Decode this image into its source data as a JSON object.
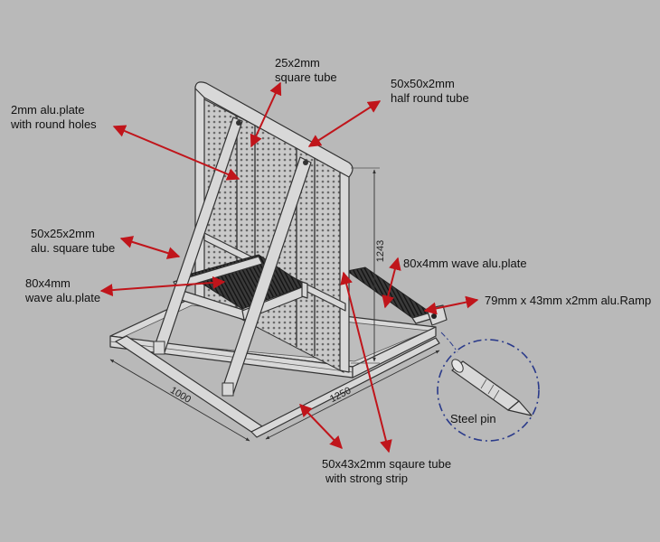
{
  "labels": {
    "square_tube_25": [
      "25x2mm",
      "square tube"
    ],
    "half_round_tube": [
      "50x50x2mm",
      "half round tube"
    ],
    "alu_plate_holes": [
      "2mm alu.plate",
      "with round holes"
    ],
    "alu_square_tube": [
      "50x25x2mm",
      "alu. square tube"
    ],
    "wave_plate_left": [
      "80x4mm",
      "wave alu.plate"
    ],
    "wave_plate_right": "80x4mm wave alu.plate",
    "ramp": "79mm x 43mm x2mm alu.Ramp",
    "steel_pin": "Steel pin",
    "base_tube": [
      "50x43x2mm sqaure tube",
      "with strong strip"
    ]
  },
  "dimensions": {
    "height": "1243",
    "depth": "1000",
    "width": "1250"
  },
  "colors": {
    "background": "#b9b9b9",
    "arrow": "#c0151b",
    "line": "#3a3a3a",
    "callout_circle": "#2a3a8a"
  }
}
